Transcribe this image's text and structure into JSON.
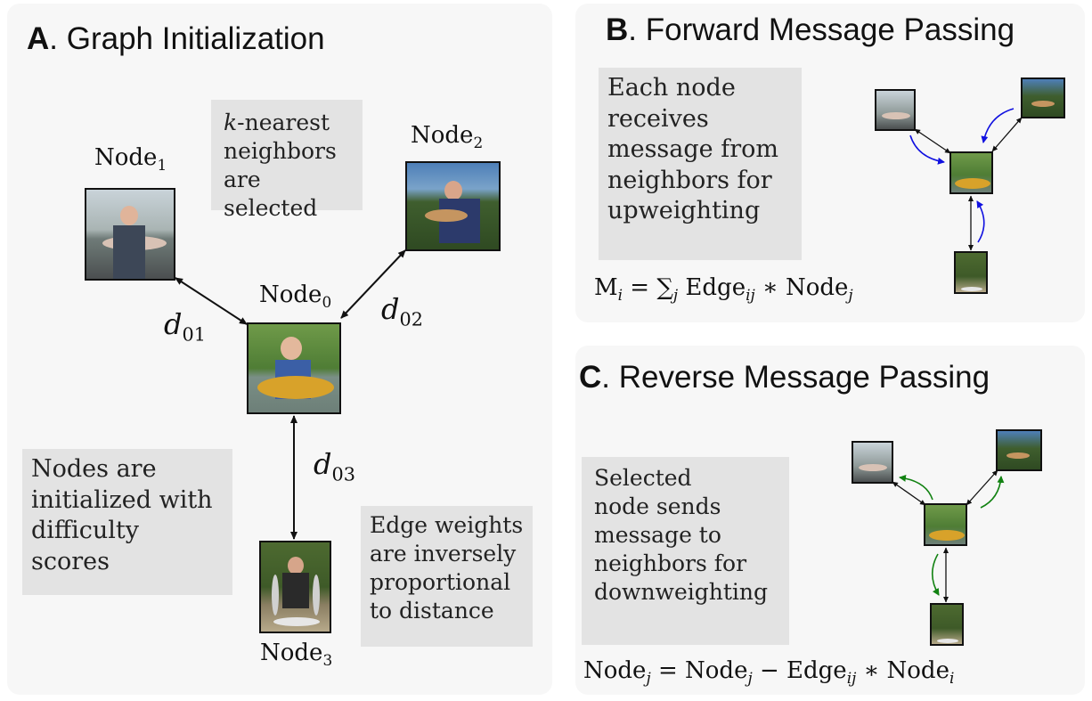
{
  "panelA": {
    "letter": "A",
    "title": ". Graph Initialization",
    "note_knn": "k-nearest neighbors are selected",
    "note_knn_k": "k",
    "note_knn_rest": "-nearest\nneighbors\nare selected",
    "note_init": "Nodes are\ninitialized with\ndifficulty\nscores",
    "note_edges": "Edge weights\nare inversely\nproportional\nto distance",
    "nodes": [
      {
        "base": "Node",
        "sub": "0"
      },
      {
        "base": "Node",
        "sub": "1"
      },
      {
        "base": "Node",
        "sub": "2"
      },
      {
        "base": "Node",
        "sub": "3"
      }
    ],
    "distances": [
      {
        "base": "d",
        "sub": "01"
      },
      {
        "base": "d",
        "sub": "02"
      },
      {
        "base": "d",
        "sub": "03"
      }
    ]
  },
  "panelB": {
    "letter": "B",
    "title": ". Forward Message Passing",
    "note": "Each node\nreceives\nmessage from\nneighbors for\nupweighting",
    "formula": {
      "lhs": "M",
      "lhs_sub": "i",
      "eq": " = ",
      "sum": "∑",
      "sum_sub": "j",
      "edge": " Edge",
      "edge_sub": "ij",
      "op": " ∗ ",
      "node": "Node",
      "node_sub": "j"
    },
    "arrow_color": "#1010e0"
  },
  "panelC": {
    "letter": "C",
    "title": ". Reverse Message Passing",
    "note": "Selected\nnode sends\nmessage to\nneighbors for\ndownweighting",
    "formula": {
      "lhs": "Node",
      "lhs_sub": "j",
      "eq": " = ",
      "t1": "Node",
      "t1_sub": "j",
      "minus": " − ",
      "edge": "Edge",
      "edge_sub": "ij",
      "op": " ∗ ",
      "node": "Node",
      "node_sub": "i"
    },
    "arrow_color": "#128212"
  }
}
